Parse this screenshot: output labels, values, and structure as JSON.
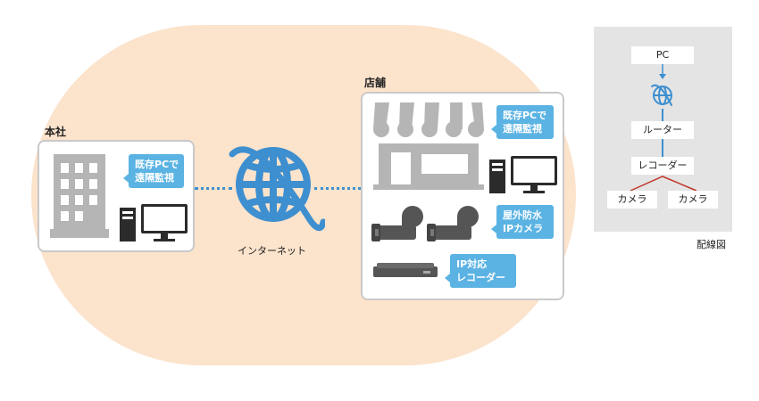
{
  "headquarters": {
    "label": "本社",
    "callout": [
      "既存PCで",
      "遠隔監視"
    ]
  },
  "internet": {
    "label": "インターネット"
  },
  "store": {
    "label": "店舗",
    "pc_callout": [
      "既存PCで",
      "遠隔監視"
    ],
    "camera_callout": [
      "屋外防水",
      "IPカメラ"
    ],
    "recorder_callout": [
      "IP対応",
      "レコーダー"
    ]
  },
  "wiring": {
    "caption": "配線図",
    "pc": "PC",
    "router": "ルーター",
    "recorder": "レコーダー",
    "camera_left": "カメラ",
    "camera_right": "カメラ"
  },
  "colors": {
    "accent_blue": "#3e8fcf",
    "callout_blue": "#5bb3e3",
    "background_peach": "#fce3cc",
    "wiring_red": "#c0392b",
    "icon_gray": "#b5b5b5"
  }
}
